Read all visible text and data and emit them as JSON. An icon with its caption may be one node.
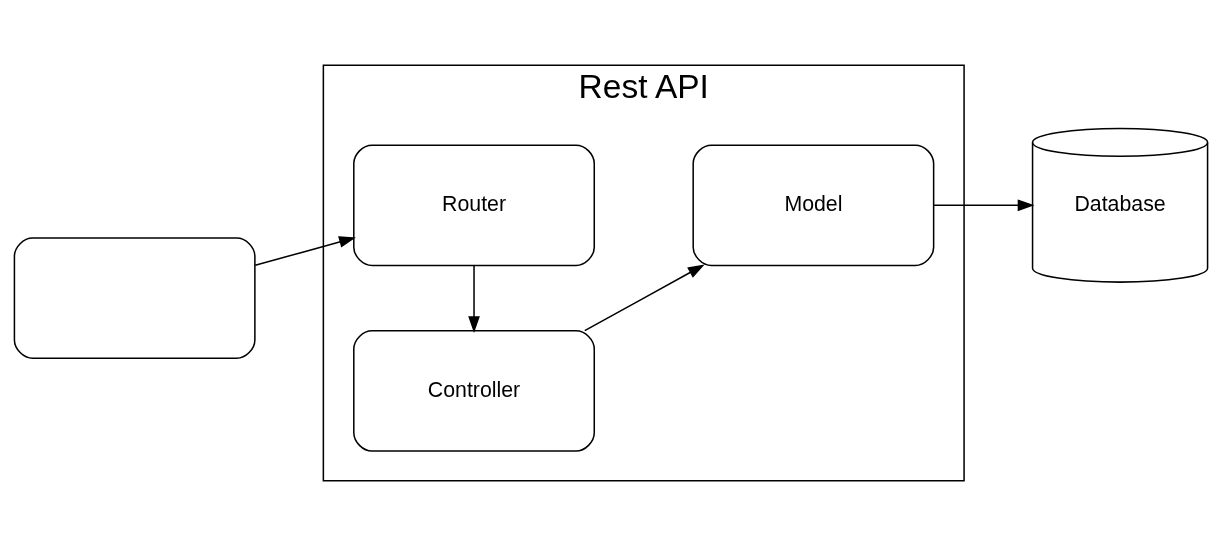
{
  "diagram": {
    "nodes": [
      {
        "text": [
          "Rest API"
        ]
      },
      {
        "text": [],
        "shape": "box"
      },
      {
        "text": [
          "Router"
        ],
        "in": 0
      },
      {
        "text": [
          "Controller"
        ],
        "in": 0
      },
      {
        "text": [
          "Model"
        ],
        "in": 0
      },
      {
        "text": [
          "Database"
        ]
      }
    ],
    "edges": [
      {
        "from": 1,
        "to": 2,
        "arrow": "to"
      },
      {
        "from": 2,
        "to": 3,
        "arrow": "to"
      },
      {
        "from": 3,
        "to": 4,
        "arrow": "to"
      },
      {
        "from": 4,
        "to": 5,
        "arrow": "to"
      }
    ]
  }
}
